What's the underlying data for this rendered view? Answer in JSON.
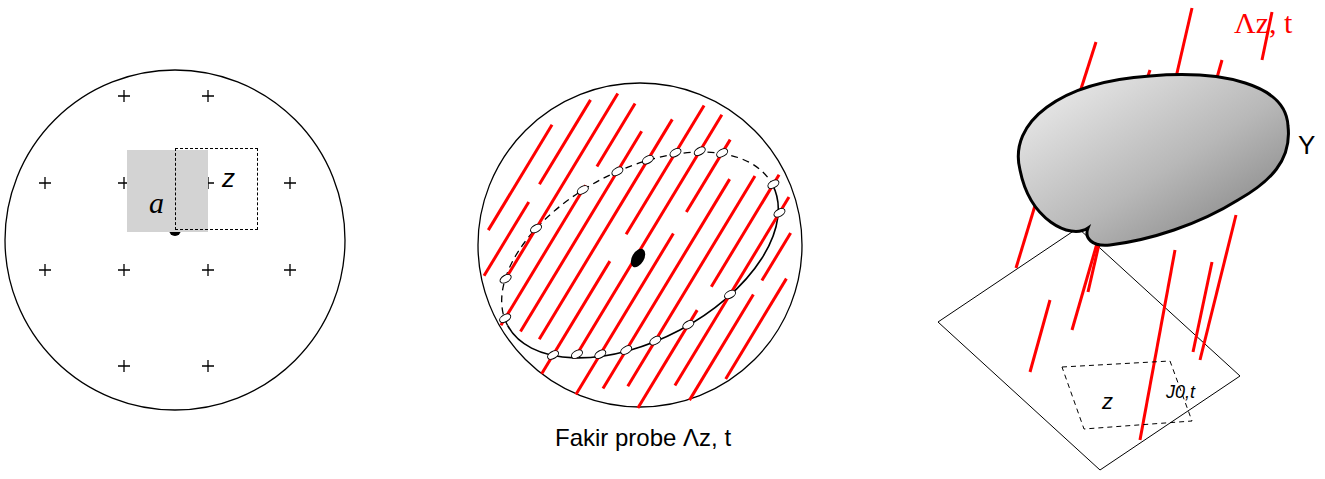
{
  "diagram": {
    "nodes": [
      {
        "text": [
          "a"
        ]
      },
      {
        "text": [
          "z"
        ]
      },
      {
        "text": [
          "Y"
        ]
      },
      {
        "text": [
          "z",
          "J0,t"
        ]
      }
    ],
    "labels": [
      "Fakir probe Λz, t",
      "Λz, t"
    ]
  }
}
